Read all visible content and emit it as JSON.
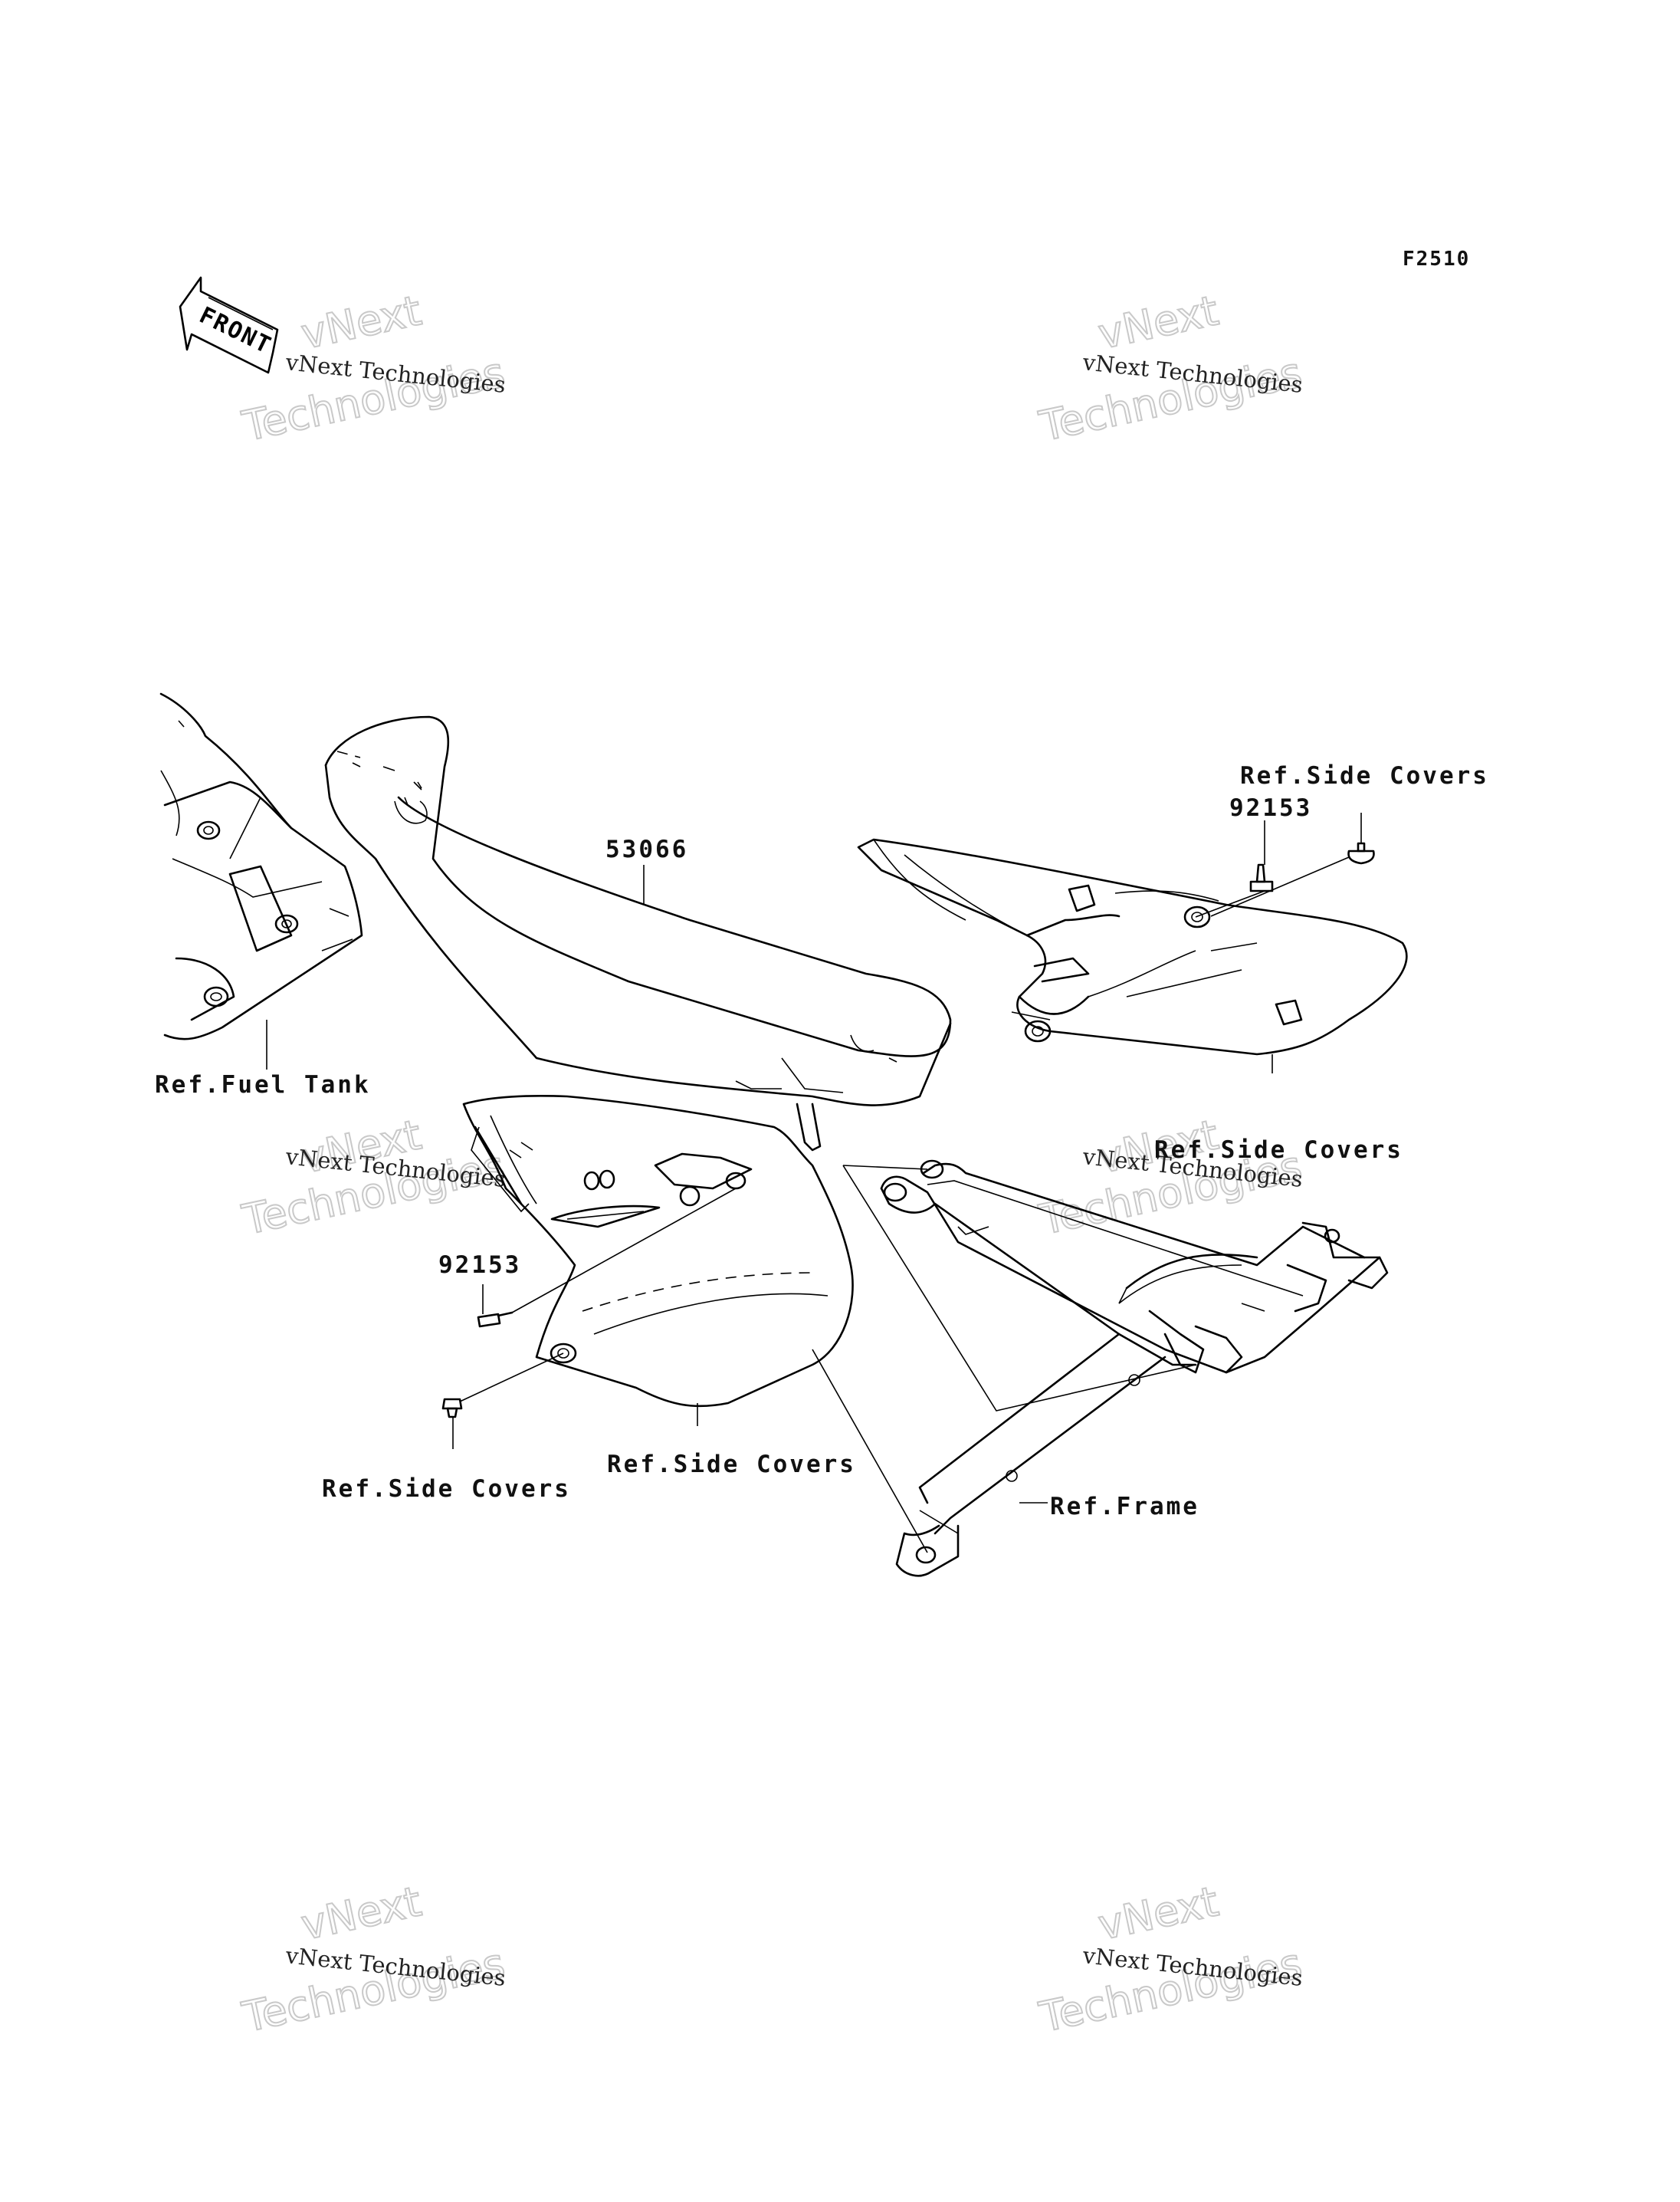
{
  "diagram_code": "F2510",
  "front_arrow_label": "FRONT",
  "watermark": {
    "line1": "vNext Technologies",
    "line2a": "vNext",
    "line2b": "Technologies"
  },
  "callouts": {
    "seat": "53066",
    "fuel_tank": "Ref.Fuel Tank",
    "side_cover_right_top": "Ref.Side Covers",
    "bolt_right": "92153",
    "side_cover_right_lower": "Ref.Side Covers",
    "bolt_left": "92153",
    "side_cover_left_bolt": "Ref.Side Covers",
    "side_cover_left_lower": "Ref.Side Covers",
    "frame": "Ref.Frame"
  }
}
